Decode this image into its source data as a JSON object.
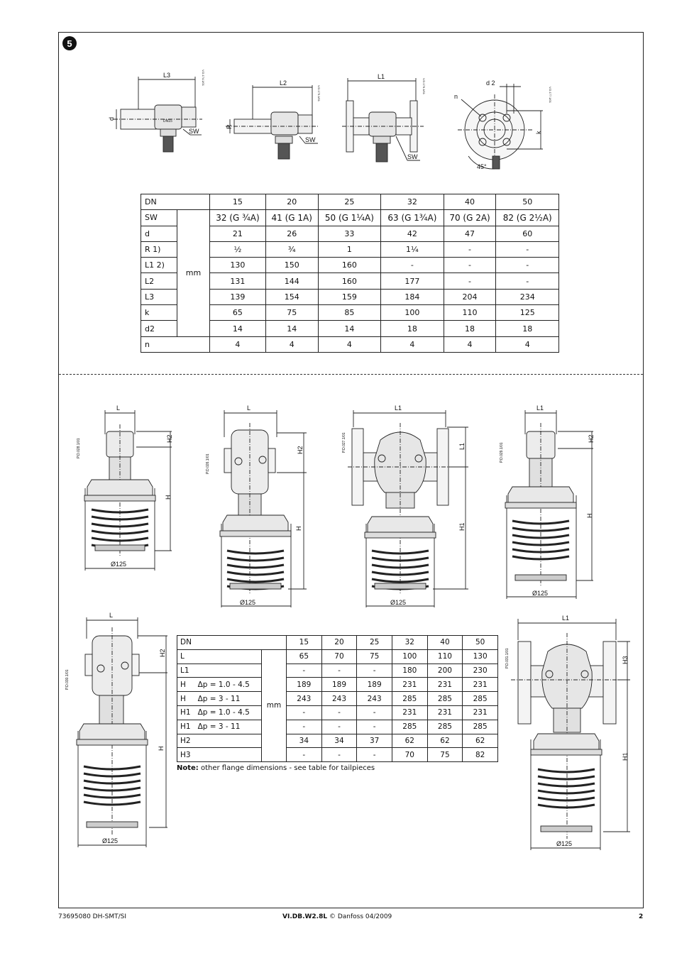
{
  "section_number": "5",
  "top_figures": {
    "fig_a": {
      "dim_width": "L3",
      "dim_side": "d",
      "dim_sw": "SW",
      "ref": "V.D.174.1/01"
    },
    "fig_b": {
      "dim_width": "L2",
      "dim_side": "R",
      "dim_sw": "SW",
      "ref": "V.D.175.1/01"
    },
    "fig_c": {
      "dim_width": "L1",
      "dim_sw": "SW",
      "ref": "V.D.176.1/01"
    },
    "fig_d": {
      "dim_d2": "d 2",
      "dim_n": "n",
      "dim_k": "k",
      "angle": "45°",
      "ref": "V.D.177.1/01"
    },
    "valve_label": "DN15"
  },
  "table_tailpieces": {
    "dn_label": "DN",
    "unit": "mm",
    "dn": [
      "15",
      "20",
      "25",
      "32",
      "40",
      "50"
    ],
    "rows": [
      {
        "label": "SW",
        "values": [
          "32 (G ¾A)",
          "41 (G 1A)",
          "50 (G 1¼A)",
          "63 (G 1¾A)",
          "70 (G 2A)",
          "82 (G 2½A)"
        ]
      },
      {
        "label": "d",
        "values": [
          "21",
          "26",
          "33",
          "42",
          "47",
          "60"
        ]
      },
      {
        "label": "R 1)",
        "values": [
          "½",
          "¾",
          "1",
          "1¼",
          "-",
          "-"
        ]
      },
      {
        "label": "L1 2)",
        "values": [
          "130",
          "150",
          "160",
          "-",
          "-",
          "-"
        ]
      },
      {
        "label": "L2",
        "values": [
          "131",
          "144",
          "160",
          "177",
          "-",
          "-"
        ]
      },
      {
        "label": "L3",
        "values": [
          "139",
          "154",
          "159",
          "184",
          "204",
          "234"
        ]
      },
      {
        "label": "k",
        "values": [
          "65",
          "75",
          "85",
          "100",
          "110",
          "125"
        ]
      },
      {
        "label": "d2",
        "values": [
          "14",
          "14",
          "14",
          "18",
          "18",
          "18"
        ]
      }
    ],
    "last_row": {
      "label": "n",
      "values": [
        "4",
        "4",
        "4",
        "4",
        "4",
        "4"
      ]
    }
  },
  "bottom_figures": {
    "f1": {
      "width": "L",
      "h2": "H2",
      "h": "H",
      "dia": "Ø125",
      "ref": "P.D.028.1/01"
    },
    "f2": {
      "width": "L",
      "h2": "H2",
      "h": "H",
      "dia": "Ø125",
      "ref": "P.D.026.1/01"
    },
    "f3": {
      "width": "L1",
      "l1": "L1",
      "h1": "H1",
      "dia": "Ø125",
      "ref": "P.D.027.1/01"
    },
    "f4": {
      "width": "L1",
      "h2": "H2",
      "h": "H",
      "dia": "Ø125",
      "ref": "P.D.029.1/01"
    },
    "f5": {
      "width": "L",
      "h2": "H2",
      "h": "H",
      "dia": "Ø125",
      "ref": "P.D.030.1/01"
    },
    "f6": {
      "width": "L1",
      "h3": "H3",
      "h1": "H1",
      "dia": "Ø125",
      "ref": "P.D.031.1/01"
    }
  },
  "table_dims": {
    "dn_label": "DN",
    "unit": "mm",
    "dn": [
      "15",
      "20",
      "25",
      "32",
      "40",
      "50"
    ],
    "rows": [
      {
        "label": "L",
        "values": [
          "65",
          "70",
          "75",
          "100",
          "110",
          "130"
        ]
      },
      {
        "label": "L1",
        "values": [
          "-",
          "-",
          "-",
          "180",
          "200",
          "230"
        ]
      },
      {
        "label": "H     Δp = 1.0 - 4.5",
        "values": [
          "189",
          "189",
          "189",
          "231",
          "231",
          "231"
        ]
      },
      {
        "label": "H     Δp = 3 - 11",
        "values": [
          "243",
          "243",
          "243",
          "285",
          "285",
          "285"
        ]
      },
      {
        "label": "H1   Δp = 1.0 - 4.5",
        "values": [
          "-",
          "-",
          "-",
          "231",
          "231",
          "231"
        ]
      },
      {
        "label": "H1   Δp = 3 - 11",
        "values": [
          "-",
          "-",
          "-",
          "285",
          "285",
          "285"
        ]
      },
      {
        "label": "H2",
        "values": [
          "34",
          "34",
          "37",
          "62",
          "62",
          "62"
        ]
      },
      {
        "label": "H3",
        "values": [
          "-",
          "-",
          "-",
          "70",
          "75",
          "82"
        ]
      }
    ],
    "note_bold": "Note:",
    "note_text": " other flange dimensions - see table for tailpieces"
  },
  "footer": {
    "left": "73695080 DH-SMT/SI",
    "center_bold": "VI.DB.W2.8L",
    "center_rest": " © Danfoss 04/2009",
    "page": "2"
  }
}
